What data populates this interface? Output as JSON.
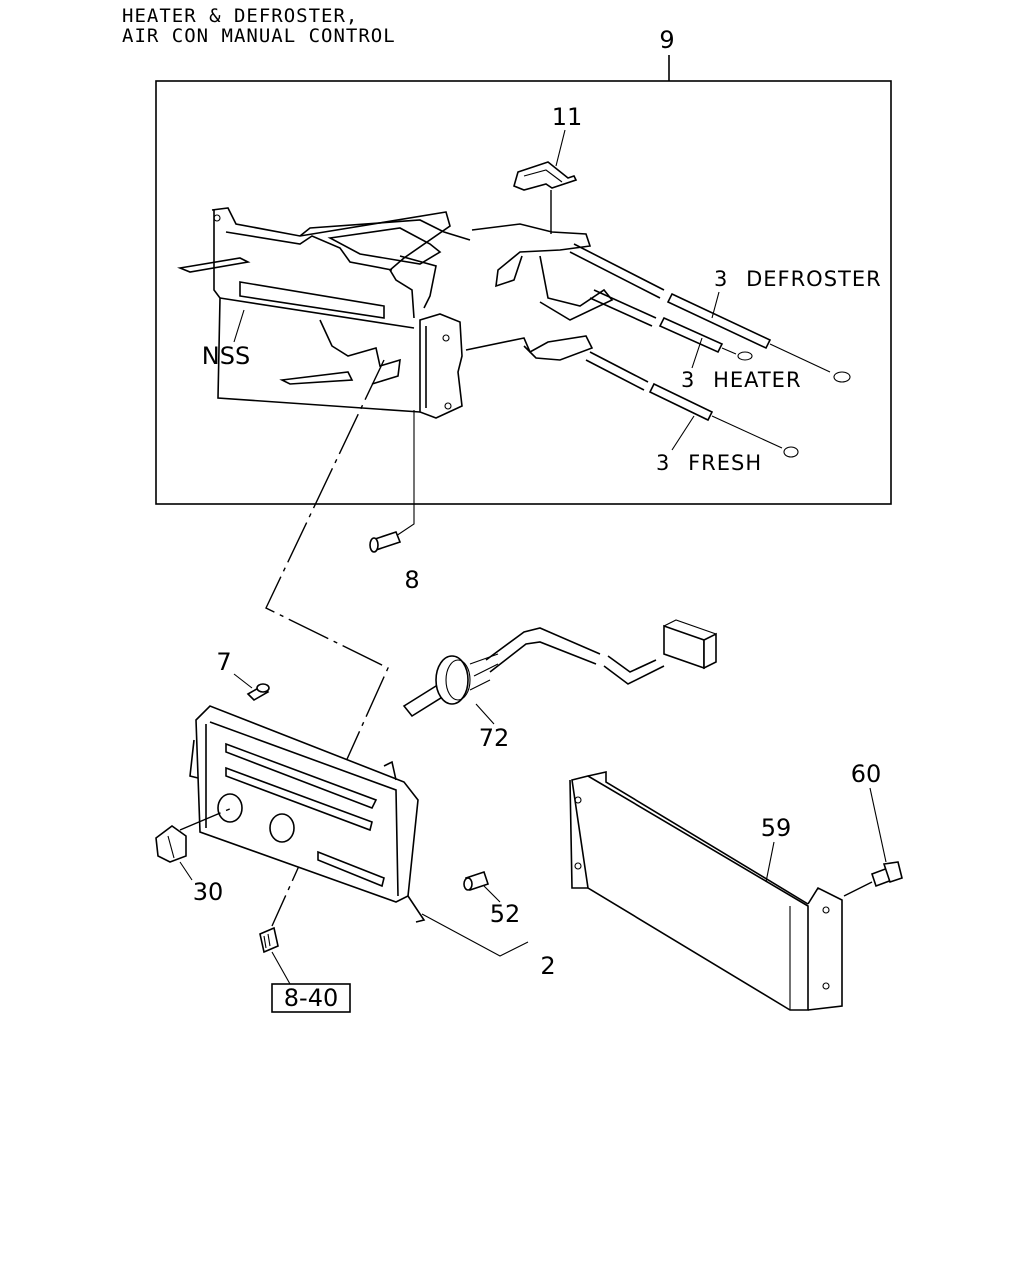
{
  "title": {
    "line1": "HEATER & DEFROSTER,",
    "line2": "AIR CON MANUAL CONTROL"
  },
  "callouts": {
    "assembly": "9",
    "clip": "11",
    "nss": "NSS",
    "screw": "8",
    "screw_small": "7",
    "resistor": "72",
    "knob": "30",
    "bulb": "52",
    "panel": "2",
    "bracket": "59",
    "bolt": "60",
    "reference": "8-40"
  },
  "cables": [
    {
      "qty": "3",
      "name": "DEFROSTER"
    },
    {
      "qty": "3",
      "name": "HEATER"
    },
    {
      "qty": "3",
      "name": "FRESH"
    }
  ]
}
